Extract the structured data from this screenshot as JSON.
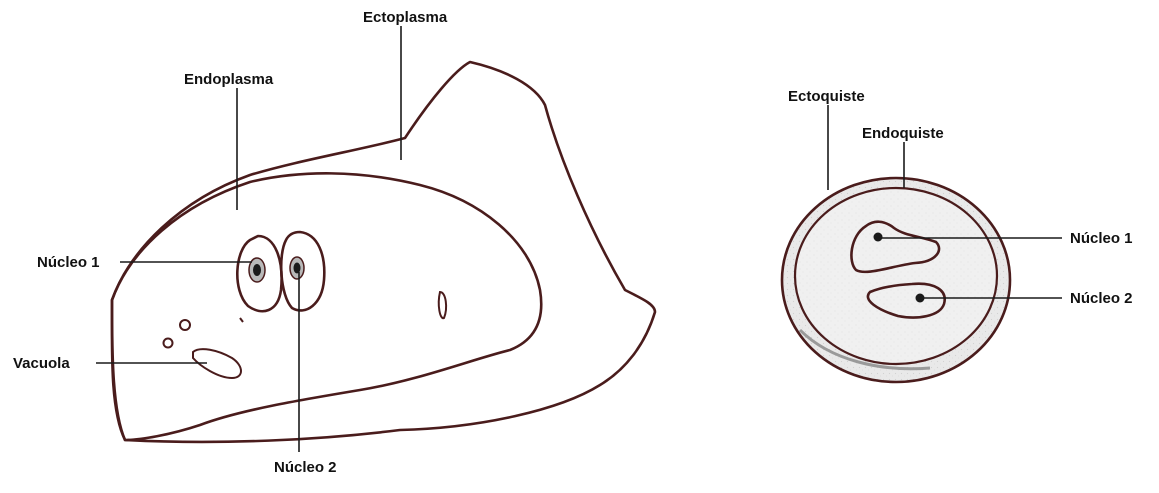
{
  "labels": {
    "ectoplasma": "Ectoplasma",
    "endoplasma": "Endoplasma",
    "nucleo1_left": "Núcleo 1",
    "nucleo2_left": "Núcleo 2",
    "vacuola": "Vacuola",
    "ectoquiste": "Ectoquiste",
    "endoquiste": "Endoquiste",
    "nucleo1_right": "Núcleo 1",
    "nucleo2_right": "Núcleo 2"
  },
  "colors": {
    "outline": "#4a1c1c",
    "cytoplasm": "#e6e6e6",
    "ectoplasm": "#eeeeee",
    "nucleus_dot": "#1a1a1a"
  }
}
